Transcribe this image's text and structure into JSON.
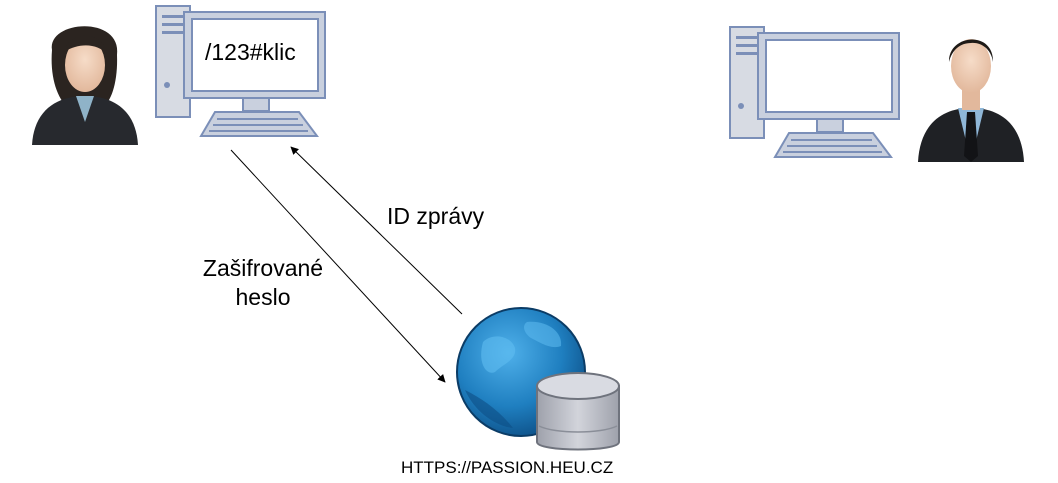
{
  "left_computer": {
    "screen_text": "/123#klic"
  },
  "arrows": {
    "to_user_label": "ID zprávy",
    "to_server_label": "Zašifrované heslo"
  },
  "server": {
    "url_label": "HTTPS://PASSION.HEU.CZ"
  },
  "icons": {
    "left_person": "businesswoman-icon",
    "left_computer": "desktop-computer-icon",
    "right_computer": "desktop-computer-icon",
    "right_person": "businessman-icon",
    "server": "globe-database-icon"
  },
  "colors": {
    "monitor_outline": "#7b8fb8",
    "monitor_fill": "#c9d0de",
    "globe": "#1f7fc0",
    "database": "#b9bcc6"
  }
}
